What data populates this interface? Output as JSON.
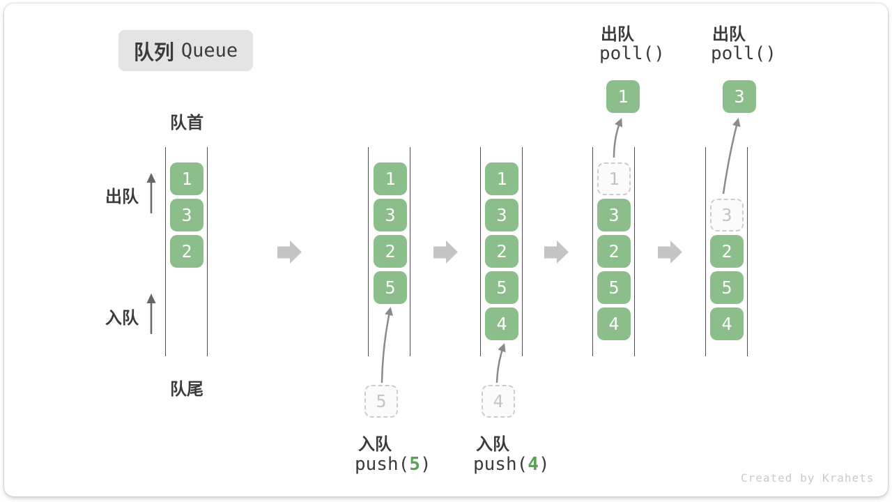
{
  "title": {
    "zh": "队列",
    "en": "Queue"
  },
  "labels": {
    "front": "队首",
    "rear": "队尾",
    "dequeue": "出队",
    "enqueue": "入队"
  },
  "states": [
    {
      "boxes": [
        "1",
        "3",
        "2"
      ]
    },
    {
      "boxes": [
        "1",
        "3",
        "2",
        "5"
      ],
      "pending": "5"
    },
    {
      "boxes": [
        "1",
        "3",
        "2",
        "5",
        "4"
      ],
      "pending": "4"
    },
    {
      "removed": "1",
      "boxes": [
        "3",
        "2",
        "5",
        "4"
      ],
      "popped": "1"
    },
    {
      "removed": "3",
      "boxes": [
        "2",
        "5",
        "4"
      ],
      "popped": "3"
    }
  ],
  "ops": {
    "push5": {
      "label": "入队",
      "fn": "push(",
      "arg": "5",
      "close": ")"
    },
    "push4": {
      "label": "入队",
      "fn": "push(",
      "arg": "4",
      "close": ")"
    },
    "poll1": {
      "label": "出队",
      "code": "poll()"
    },
    "poll3": {
      "label": "出队",
      "code": "poll()"
    }
  },
  "watermark": "Created by Krahets",
  "colors": {
    "box_green": "#8cbe8c",
    "accent_green": "#56a356",
    "text_dark": "#3b3b3b",
    "block_arrow_gray": "#c4c4c4",
    "curve_arrow_gray": "#8a8a8a",
    "label_arrow_gray": "#666666",
    "dashed_border": "#cccccc",
    "dashed_text": "#c4c4c4",
    "queue_line": "#4a4a4a",
    "badge_bg": "#e4e4e4",
    "watermark_gray": "#c9c9c9"
  }
}
